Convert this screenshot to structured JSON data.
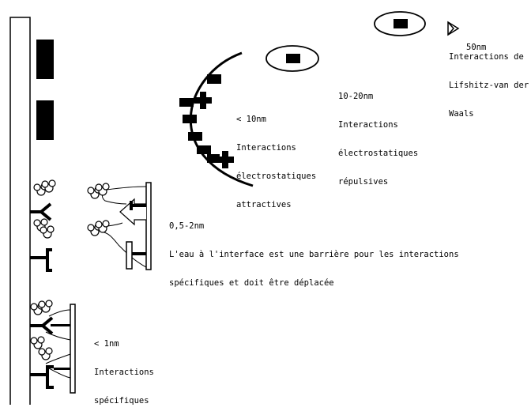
{
  "labels": {
    "lifshitz": {
      "distance": "50nm",
      "line1": "Interactions de",
      "line2": "Lifshitz-van der",
      "line3": "Waals"
    },
    "repulsive": {
      "distance": "10-20nm",
      "line1": "Interactions",
      "line2": "électrostatiques",
      "line3": "répulsives"
    },
    "attractive": {
      "distance": "< 10nm",
      "line1": "Interactions",
      "line2": "électrostatiques",
      "line3": "attractives"
    },
    "water": {
      "distance": "0,5-2nm",
      "line1": "L'eau à l'interface est une barrière pour les interactions",
      "line2": "spécifiques et doit être déplacée"
    },
    "specific": {
      "distance": "< 1nm",
      "line1": "Interactions",
      "line2": "spécifiques"
    }
  },
  "icons": {
    "arrowhead": "arrowhead-icon",
    "plus": "plus-charge-icon",
    "minus": "minus-charge-icon",
    "water": "water-molecule-icon",
    "antibody": "y-receptor-icon",
    "anchor": "t-anchor-icon"
  }
}
